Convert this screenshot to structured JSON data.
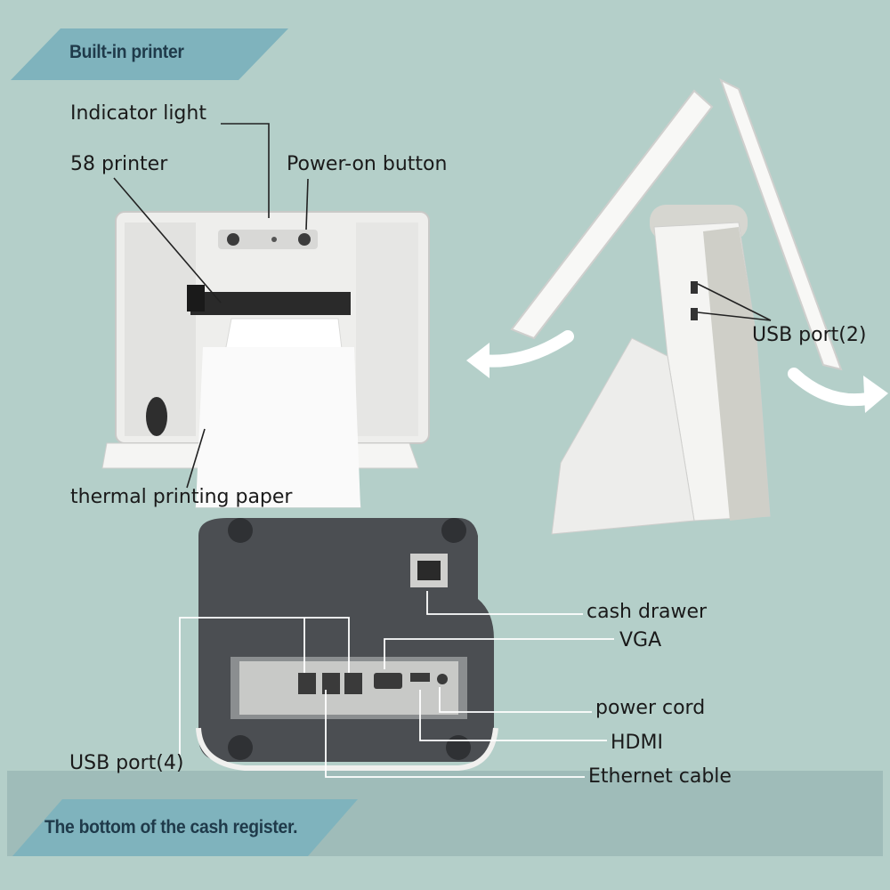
{
  "banners": {
    "top": "Built-in printer",
    "bottom": "The bottom of the cash register."
  },
  "printer_labels": {
    "indicator_light": "Indicator light",
    "printer_58": "58 printer",
    "power_on_button": "Power-on button",
    "thermal_paper": "thermal printing paper"
  },
  "stand_labels": {
    "usb_port_2": "USB port(2)"
  },
  "bottom_labels": {
    "cash_drawer": "cash drawer",
    "vga": "VGA",
    "power_cord": "power cord",
    "hdmi": "HDMI",
    "ethernet": "Ethernet cable",
    "usb_port_4": "USB port(4)"
  },
  "colors": {
    "background": "#b4cfc9",
    "banner": "#7fb3bd",
    "banner_text": "#1f3a4a",
    "device_body": "#f2f2f0",
    "device_base": "#4a4d50"
  },
  "icons": [
    "rotate-left-arrow-icon",
    "rotate-right-arrow-icon"
  ]
}
